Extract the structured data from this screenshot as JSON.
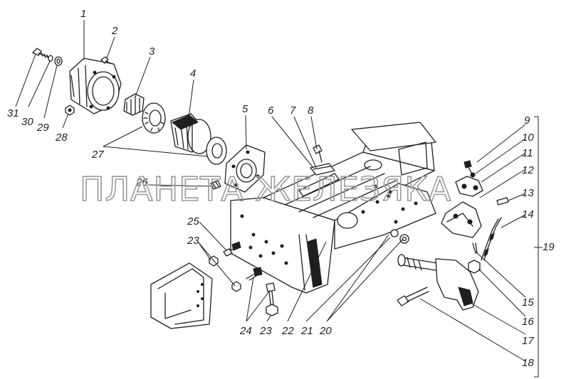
{
  "watermark": "ПЛАНЕТА ЖЕЛЕЗЯКА",
  "callouts": [
    {
      "id": "1",
      "text": "1"
    },
    {
      "id": "2",
      "text": "2"
    },
    {
      "id": "3",
      "text": "3"
    },
    {
      "id": "4",
      "text": "4"
    },
    {
      "id": "5",
      "text": "5"
    },
    {
      "id": "6",
      "text": "6"
    },
    {
      "id": "7",
      "text": "7"
    },
    {
      "id": "8",
      "text": "8"
    },
    {
      "id": "9",
      "text": "9"
    },
    {
      "id": "10",
      "text": "10"
    },
    {
      "id": "11",
      "text": "11"
    },
    {
      "id": "12",
      "text": "12"
    },
    {
      "id": "13",
      "text": "13"
    },
    {
      "id": "14",
      "text": "14"
    },
    {
      "id": "15",
      "text": "15"
    },
    {
      "id": "16",
      "text": "16"
    },
    {
      "id": "17",
      "text": "17"
    },
    {
      "id": "18",
      "text": "18"
    },
    {
      "id": "19",
      "text": "19"
    },
    {
      "id": "20",
      "text": "20"
    },
    {
      "id": "21",
      "text": "21"
    },
    {
      "id": "22",
      "text": "22"
    },
    {
      "id": "23a",
      "text": "23"
    },
    {
      "id": "23b",
      "text": "23"
    },
    {
      "id": "24",
      "text": "24"
    },
    {
      "id": "25",
      "text": "25"
    },
    {
      "id": "26",
      "text": "26"
    },
    {
      "id": "27",
      "text": "27"
    },
    {
      "id": "28",
      "text": "28"
    },
    {
      "id": "29",
      "text": "29"
    },
    {
      "id": "30",
      "text": "30"
    },
    {
      "id": "31",
      "text": "31"
    }
  ]
}
